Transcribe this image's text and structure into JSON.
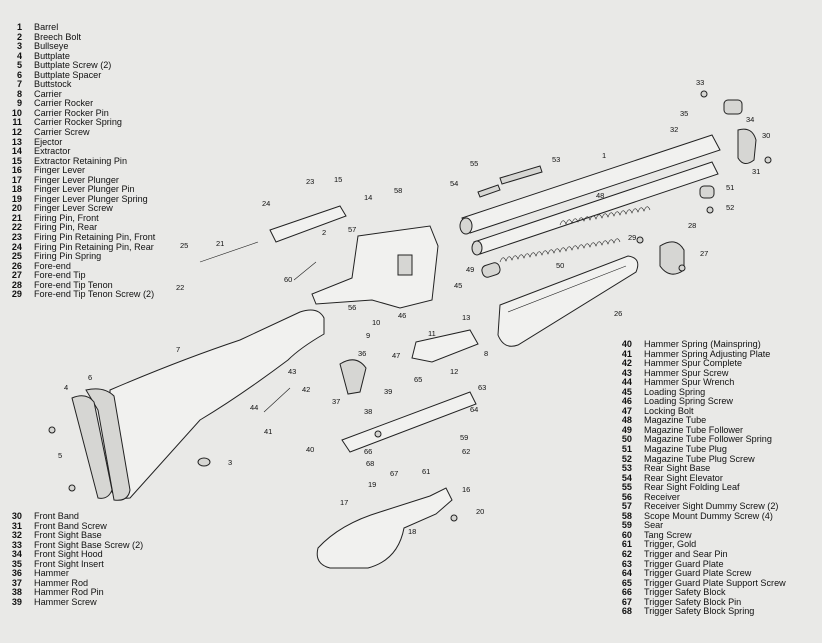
{
  "legend_top": [
    {
      "num": "1",
      "label": "Barrel"
    },
    {
      "num": "2",
      "label": "Breech Bolt"
    },
    {
      "num": "3",
      "label": "Bullseye"
    },
    {
      "num": "4",
      "label": "Buttplate"
    },
    {
      "num": "5",
      "label": "Buttplate Screw (2)"
    },
    {
      "num": "6",
      "label": "Buttplate Spacer"
    },
    {
      "num": "7",
      "label": "Buttstock"
    },
    {
      "num": "8",
      "label": "Carrier"
    },
    {
      "num": "9",
      "label": "Carrier Rocker"
    },
    {
      "num": "10",
      "label": "Carrier Rocker Pin"
    },
    {
      "num": "11",
      "label": "Carrier Rocker Spring"
    },
    {
      "num": "12",
      "label": "Carrier Screw"
    },
    {
      "num": "13",
      "label": "Ejector"
    },
    {
      "num": "14",
      "label": "Extractor"
    },
    {
      "num": "15",
      "label": "Extractor Retaining Pin"
    },
    {
      "num": "16",
      "label": "Finger Lever"
    },
    {
      "num": "17",
      "label": "Finger Lever Plunger"
    },
    {
      "num": "18",
      "label": "Finger Lever Plunger Pin"
    },
    {
      "num": "19",
      "label": "Finger Lever Plunger Spring"
    },
    {
      "num": "20",
      "label": "Finger Lever Screw"
    },
    {
      "num": "21",
      "label": "Firing Pin, Front"
    },
    {
      "num": "22",
      "label": "Firing Pin, Rear"
    },
    {
      "num": "23",
      "label": "Firing Pin Retaining Pin, Front"
    },
    {
      "num": "24",
      "label": "Firing Pin Retaining Pin, Rear"
    },
    {
      "num": "25",
      "label": "Firing Pin Spring"
    },
    {
      "num": "26",
      "label": "Fore-end"
    },
    {
      "num": "27",
      "label": "Fore-end Tip"
    },
    {
      "num": "28",
      "label": "Fore-end Tip Tenon"
    },
    {
      "num": "29",
      "label": "Fore-end Tip Tenon Screw (2)"
    }
  ],
  "legend_bottom_left": [
    {
      "num": "30",
      "label": "Front Band"
    },
    {
      "num": "31",
      "label": "Front Band Screw"
    },
    {
      "num": "32",
      "label": "Front Sight Base"
    },
    {
      "num": "33",
      "label": "Front Sight Base Screw (2)"
    },
    {
      "num": "34",
      "label": "Front Sight Hood"
    },
    {
      "num": "35",
      "label": "Front Sight Insert"
    },
    {
      "num": "36",
      "label": "Hammer"
    },
    {
      "num": "37",
      "label": "Hammer Rod"
    },
    {
      "num": "38",
      "label": "Hammer Rod Pin"
    },
    {
      "num": "39",
      "label": "Hammer Screw"
    }
  ],
  "legend_bottom_right": [
    {
      "num": "40",
      "label": "Hammer Spring (Mainspring)"
    },
    {
      "num": "41",
      "label": "Hammer Spring Adjusting Plate"
    },
    {
      "num": "42",
      "label": "Hammer Spur Complete"
    },
    {
      "num": "43",
      "label": "Hammer Spur Screw"
    },
    {
      "num": "44",
      "label": "Hammer Spur Wrench"
    },
    {
      "num": "45",
      "label": "Loading Spring"
    },
    {
      "num": "46",
      "label": "Loading Spring Screw"
    },
    {
      "num": "47",
      "label": "Locking Bolt"
    },
    {
      "num": "48",
      "label": "Magazine Tube"
    },
    {
      "num": "49",
      "label": "Magazine Tube Follower"
    },
    {
      "num": "50",
      "label": "Magazine Tube Follower Spring"
    },
    {
      "num": "51",
      "label": "Magazine Tube Plug"
    },
    {
      "num": "52",
      "label": "Magazine Tube Plug Screw"
    },
    {
      "num": "53",
      "label": "Rear Sight Base"
    },
    {
      "num": "54",
      "label": "Rear Sight Elevator"
    },
    {
      "num": "55",
      "label": "Rear Sight Folding Leaf"
    },
    {
      "num": "56",
      "label": "Receiver"
    },
    {
      "num": "57",
      "label": "Receiver Sight Dummy Screw (2)"
    },
    {
      "num": "58",
      "label": "Scope Mount Dummy Screw (4)"
    },
    {
      "num": "59",
      "label": "Sear"
    },
    {
      "num": "60",
      "label": "Tang Screw"
    },
    {
      "num": "61",
      "label": "Trigger, Gold"
    },
    {
      "num": "62",
      "label": "Trigger and Sear Pin"
    },
    {
      "num": "63",
      "label": "Trigger Guard Plate"
    },
    {
      "num": "64",
      "label": "Trigger Guard Plate Screw"
    },
    {
      "num": "65",
      "label": "Trigger Guard Plate Support Screw"
    },
    {
      "num": "66",
      "label": "Trigger Safety Block"
    },
    {
      "num": "67",
      "label": "Trigger Safety Block Pin"
    },
    {
      "num": "68",
      "label": "Trigger Safety Block Spring"
    }
  ],
  "callouts": [
    "1",
    "2",
    "3",
    "4",
    "5",
    "6",
    "7",
    "8",
    "9",
    "10",
    "11",
    "12",
    "13",
    "14",
    "15",
    "16",
    "17",
    "18",
    "19",
    "20",
    "21",
    "22",
    "23",
    "24",
    "25",
    "26",
    "27",
    "28",
    "29",
    "30",
    "31",
    "32",
    "33",
    "34",
    "35",
    "36",
    "37",
    "38",
    "39",
    "40",
    "41",
    "42",
    "43",
    "44",
    "45",
    "46",
    "47",
    "48",
    "49",
    "50",
    "51",
    "52",
    "53",
    "54",
    "55",
    "56",
    "57",
    "58",
    "59",
    "60",
    "61",
    "62",
    "63",
    "64",
    "65",
    "66",
    "67",
    "68"
  ]
}
